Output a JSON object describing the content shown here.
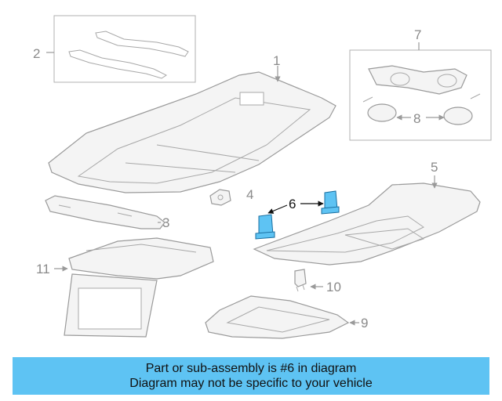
{
  "callouts": {
    "c1": "1",
    "c2": "2",
    "c3": "3",
    "c4": "4",
    "c5": "5",
    "c6": "6",
    "c7": "7",
    "c8": "8",
    "c9": "9",
    "c10": "10",
    "c11": "11"
  },
  "banner": {
    "line1": "Part or sub-assembly is #6 in diagram",
    "line2": "Diagram may not be specific to your vehicle"
  },
  "colors": {
    "highlight": "#5ec3f3",
    "banner_bg": "#5ec3f3",
    "outline": "#9a9a9a"
  },
  "icons": {
    "highlighted_part": "bracket-clip-icon"
  }
}
